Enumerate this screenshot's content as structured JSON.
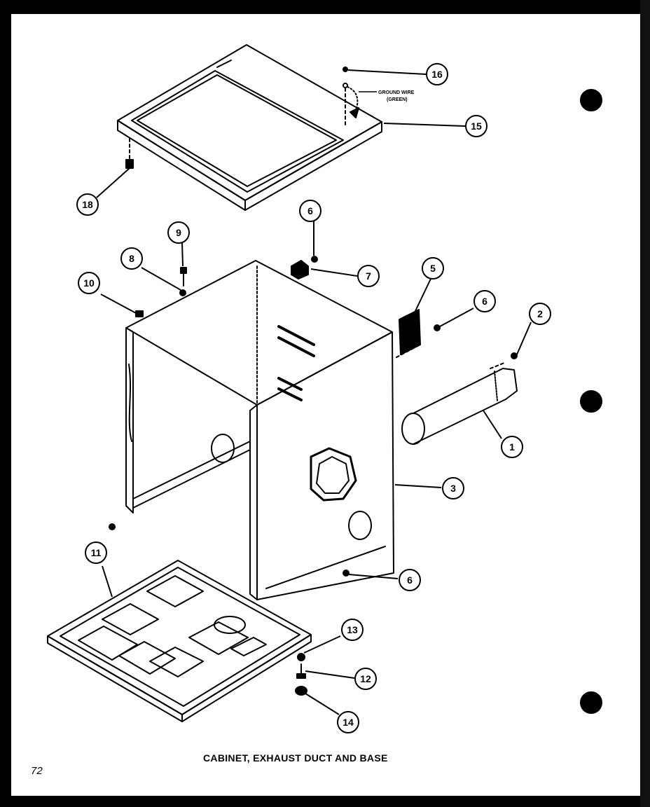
{
  "caption": "CABINET, EXHAUST DUCT AND BASE",
  "page_number": "72",
  "ground_wire_label_line1": "GROUND WIRE",
  "ground_wire_label_line2": "(GREEN)",
  "callouts": {
    "c16": "16",
    "c15": "15",
    "c18": "18",
    "c6a": "6",
    "c9": "9",
    "c8": "8",
    "c7": "7",
    "c10": "10",
    "c5": "5",
    "c6b": "6",
    "c2": "2",
    "c1": "1",
    "c3": "3",
    "c11": "11",
    "c6c": "6",
    "c13": "13",
    "c12": "12",
    "c14": "14"
  }
}
